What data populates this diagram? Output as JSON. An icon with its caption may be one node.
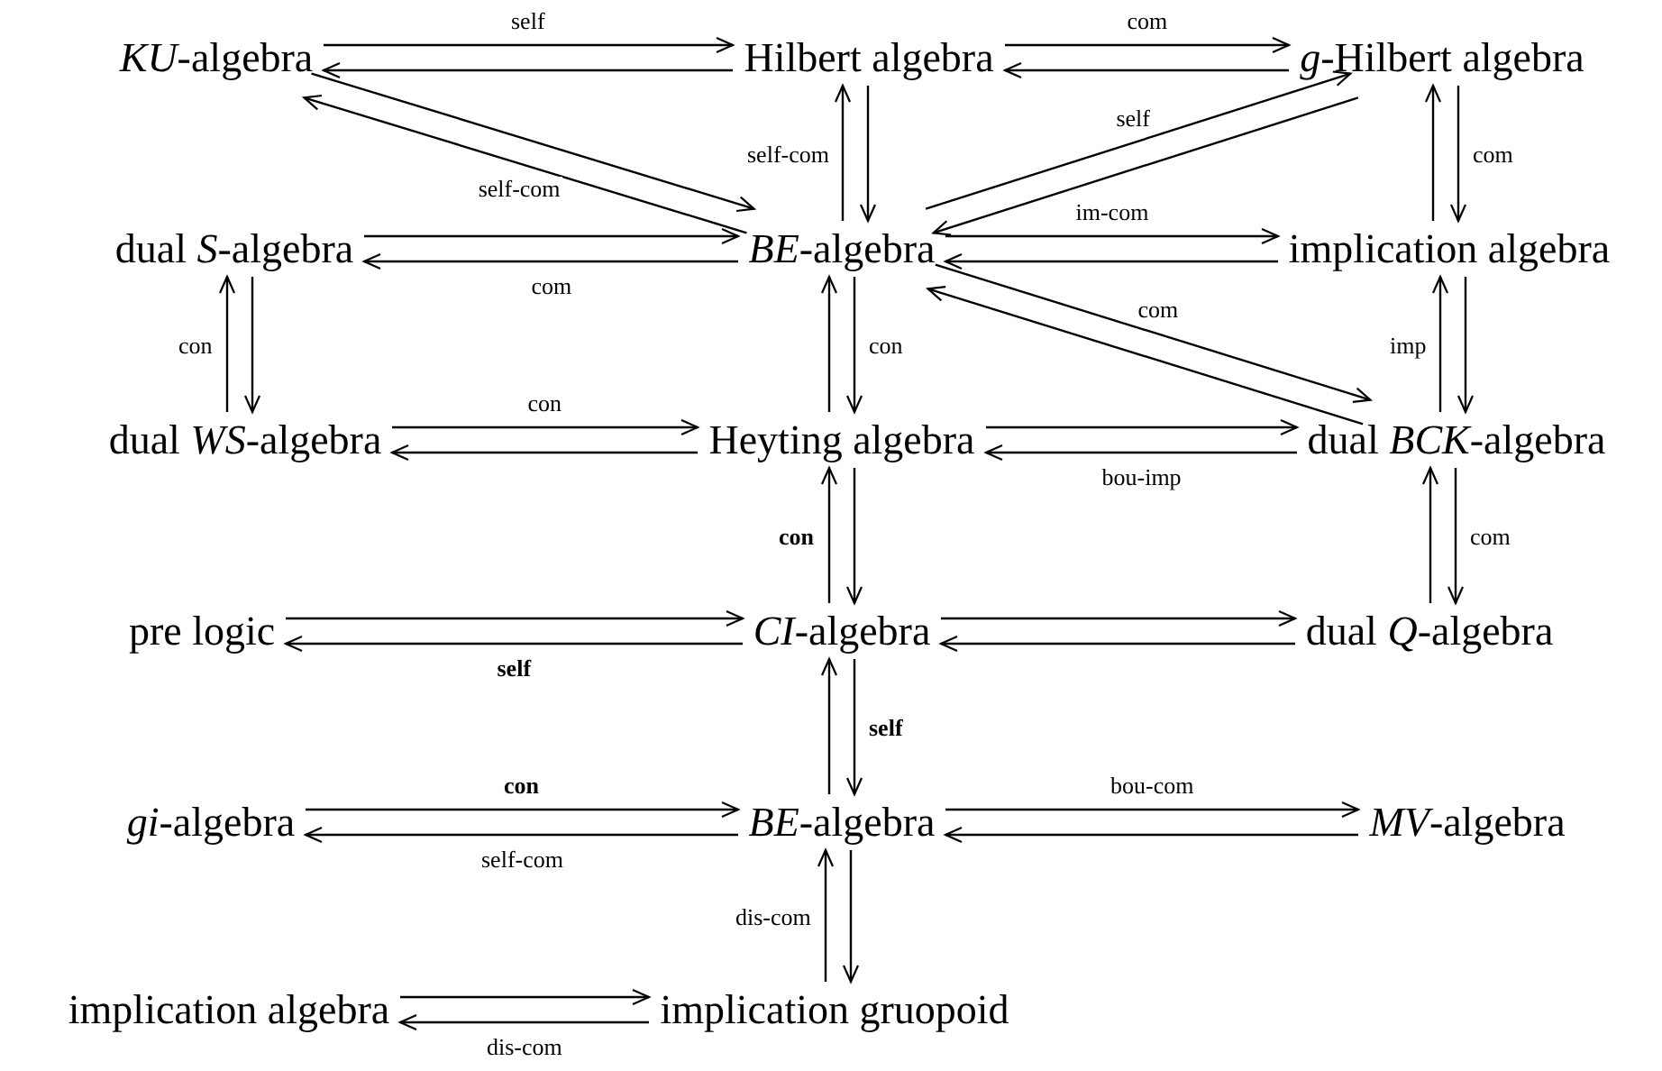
{
  "diagram": {
    "nodes": [
      {
        "text": [
          "*KU*-algebra"
        ]
      },
      {
        "text": [
          "Hilbert algebra"
        ]
      },
      {
        "text": [
          "*g*-Hilbert algebra"
        ]
      },
      {
        "text": [
          "dual *S*-algebra"
        ]
      },
      {
        "text": [
          "*BE*-algebra"
        ]
      },
      {
        "text": [
          "implication algebra"
        ]
      },
      {
        "text": [
          "dual *WS*-algebra"
        ]
      },
      {
        "text": [
          "Heyting algebra"
        ]
      },
      {
        "text": [
          "dual *BCK*-algebra"
        ]
      },
      {
        "text": [
          "pre logic"
        ]
      },
      {
        "text": [
          "*CI*-algebra"
        ]
      },
      {
        "text": [
          "dual *Q*-algebra"
        ]
      },
      {
        "text": [
          "*gi*-algebra"
        ]
      },
      {
        "text": [
          "*BE*-algebra"
        ]
      },
      {
        "text": [
          "*MV*-algebra"
        ]
      },
      {
        "text": [
          "implication algebra"
        ]
      },
      {
        "text": [
          "implication gruopoid"
        ]
      }
    ],
    "edges": [
      {
        "from": 0,
        "to": 1,
        "arrow": "to",
        "label": "self"
      },
      {
        "from": 1,
        "to": 0,
        "arrow": "to"
      },
      {
        "from": 1,
        "to": 2,
        "arrow": "to",
        "label": "com"
      },
      {
        "from": 2,
        "to": 1,
        "arrow": "to"
      },
      {
        "from": 0,
        "to": 4,
        "arrow": "to"
      },
      {
        "from": 4,
        "to": 0,
        "arrow": "to",
        "label": "self-com"
      },
      {
        "from": 4,
        "to": 1,
        "arrow": "to",
        "label": "self-com"
      },
      {
        "from": 1,
        "to": 4,
        "arrow": "to"
      },
      {
        "from": 4,
        "to": 2,
        "arrow": "to",
        "label": "self"
      },
      {
        "from": 2,
        "to": 4,
        "arrow": "to"
      },
      {
        "from": 5,
        "to": 2,
        "arrow": "to"
      },
      {
        "from": 2,
        "to": 5,
        "arrow": "to",
        "label": "com"
      },
      {
        "from": 3,
        "to": 4,
        "arrow": "to"
      },
      {
        "from": 4,
        "to": 3,
        "arrow": "to",
        "label": "com"
      },
      {
        "from": 4,
        "to": 5,
        "arrow": "to",
        "label": "im-com"
      },
      {
        "from": 5,
        "to": 4,
        "arrow": "to"
      },
      {
        "from": 6,
        "to": 3,
        "arrow": "to",
        "label": "con"
      },
      {
        "from": 3,
        "to": 6,
        "arrow": "to"
      },
      {
        "from": 7,
        "to": 4,
        "arrow": "to"
      },
      {
        "from": 4,
        "to": 7,
        "arrow": "to",
        "label": "con"
      },
      {
        "from": 4,
        "to": 8,
        "arrow": "to",
        "label": "com"
      },
      {
        "from": 8,
        "to": 4,
        "arrow": "to"
      },
      {
        "from": 8,
        "to": 5,
        "arrow": "to",
        "label": "imp"
      },
      {
        "from": 5,
        "to": 8,
        "arrow": "to"
      },
      {
        "from": 6,
        "to": 7,
        "arrow": "to",
        "label": "con"
      },
      {
        "from": 7,
        "to": 6,
        "arrow": "to"
      },
      {
        "from": 7,
        "to": 8,
        "arrow": "to"
      },
      {
        "from": 8,
        "to": 7,
        "arrow": "to",
        "label": "bou-imp"
      },
      {
        "from": 10,
        "to": 7,
        "arrow": "to",
        "label": "**con**"
      },
      {
        "from": 7,
        "to": 10,
        "arrow": "to"
      },
      {
        "from": 11,
        "to": 8,
        "arrow": "to"
      },
      {
        "from": 8,
        "to": 11,
        "arrow": "to",
        "label": "com"
      },
      {
        "from": 9,
        "to": 10,
        "arrow": "to"
      },
      {
        "from": 10,
        "to": 9,
        "arrow": "to",
        "label": "**self**"
      },
      {
        "from": 10,
        "to": 11,
        "arrow": "to"
      },
      {
        "from": 11,
        "to": 10,
        "arrow": "to"
      },
      {
        "from": 13,
        "to": 10,
        "arrow": "to"
      },
      {
        "from": 10,
        "to": 13,
        "arrow": "to",
        "label": "**self**"
      },
      {
        "from": 12,
        "to": 13,
        "arrow": "to",
        "label": "**con**"
      },
      {
        "from": 13,
        "to": 12,
        "arrow": "to",
        "label": "self-com"
      },
      {
        "from": 13,
        "to": 14,
        "arrow": "to",
        "label": "bou-com"
      },
      {
        "from": 14,
        "to": 13,
        "arrow": "to"
      },
      {
        "from": 16,
        "to": 13,
        "arrow": "to",
        "label": "dis-com"
      },
      {
        "from": 13,
        "to": 16,
        "arrow": "to"
      },
      {
        "from": 15,
        "to": 16,
        "arrow": "to"
      },
      {
        "from": 16,
        "to": 15,
        "arrow": "to",
        "label": "dis-com"
      }
    ]
  }
}
